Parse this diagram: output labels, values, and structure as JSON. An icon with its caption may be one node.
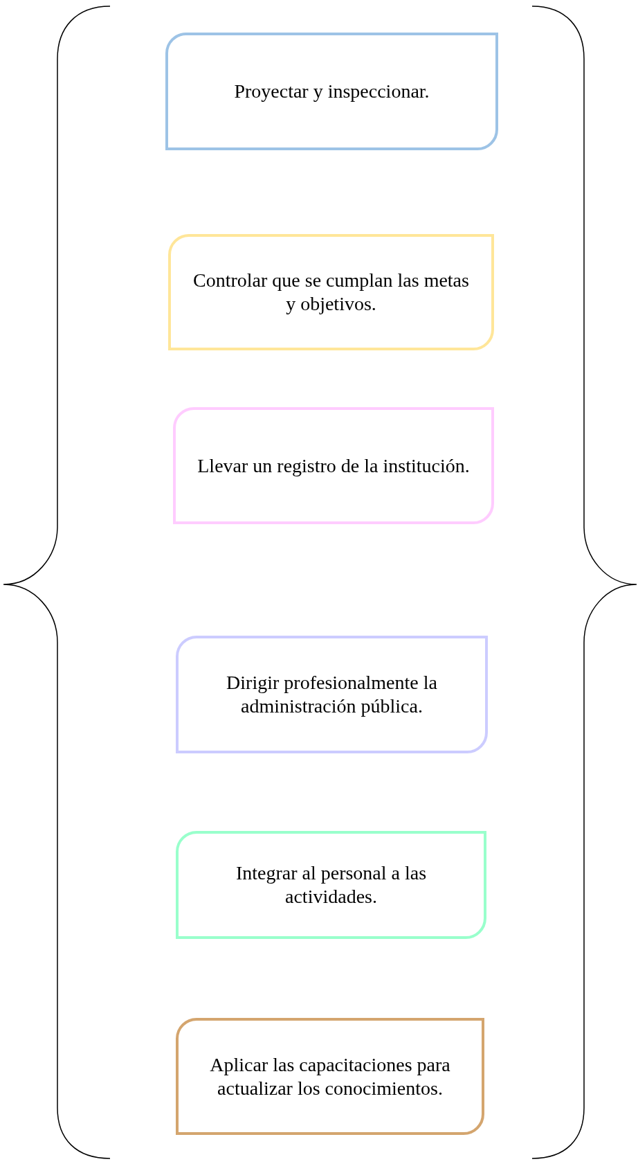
{
  "diagram": {
    "nodes": [
      {
        "text": [
          "Proyectar y inspeccionar."
        ]
      },
      {
        "text": [
          "Controlar que se cumplan las metas y objetivos."
        ]
      },
      {
        "text": [
          "Llevar un registro de la institución."
        ]
      },
      {
        "text": [
          "Dirigir profesionalmente la administración pública."
        ]
      },
      {
        "text": [
          "Integrar al personal a las actividades."
        ]
      },
      {
        "text": [
          "Aplicar las capacitaciones para actualizar los conocimientos."
        ]
      }
    ]
  }
}
